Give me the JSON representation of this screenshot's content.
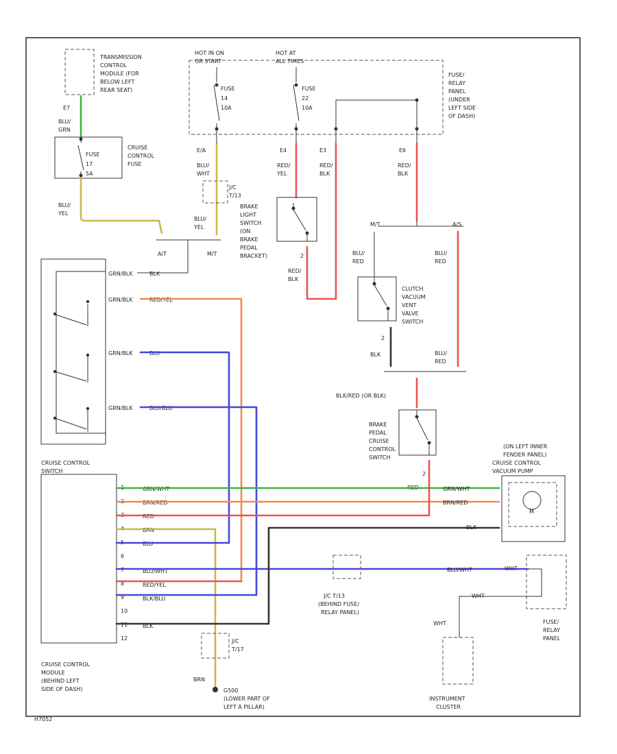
{
  "labels": {
    "tcm": [
      "TRANSMISSION",
      "CONTROL",
      "MODULE (FOR",
      "BELOW LEFT",
      "REAR SEAT)"
    ],
    "hot_on": [
      "HOT IN ON",
      "OR START"
    ],
    "hot_at": [
      "HOT AT",
      "ALL TIMES"
    ],
    "fuse_panel": [
      "FUSE/",
      "RELAY",
      "PANEL",
      "(UNDER",
      "LEFT SIDE",
      "OF DASH)"
    ],
    "fuse14": [
      "FUSE",
      "14",
      "10A"
    ],
    "fuse22": [
      "FUSE",
      "22",
      "10A"
    ],
    "cc_fuse": [
      "CRUISE",
      "CONTROL",
      "FUSE"
    ],
    "cc_fuse_in": [
      "FUSE",
      "17",
      "5A"
    ],
    "pin_e7": "E7",
    "blu_grn": [
      "BLU/",
      "GRN"
    ],
    "blu_yel_l": [
      "BLU/",
      "YEL"
    ],
    "e_a": "E/A",
    "e4": "E4",
    "e3": "E3",
    "e6": "E6",
    "blu_wht": [
      "BLU/",
      "WHT"
    ],
    "red_yel": [
      "RED/",
      "YEL"
    ],
    "red_blk_1": [
      "RED/",
      "BLK"
    ],
    "red_blk_2": [
      "RED/",
      "BLK"
    ],
    "jc": [
      "J/C",
      "T/13"
    ],
    "blu_yel_m": [
      "BLU/",
      "YEL"
    ],
    "at": "A/T",
    "mt": "M/T",
    "brake_light_sw": [
      "BRAKE",
      "LIGHT",
      "SWITCH",
      "(ON",
      "BRAKE",
      "PEDAL",
      "BRACKET)"
    ],
    "pin2_bl": "2",
    "red_blk_3": [
      "RED/",
      "BLK"
    ],
    "mt_r": "M/T",
    "as": "A/S",
    "blu_red_1": [
      "BLU/",
      "RED"
    ],
    "blu_red_2": [
      "BLU/",
      "RED"
    ],
    "clutch_sw": [
      "CLUTCH",
      "VACUUM",
      "VENT",
      "VALVE",
      "SWITCH"
    ],
    "pin2_cl": "2",
    "blk_cl": "BLK",
    "blu_red_3": [
      "BLU/",
      "RED"
    ],
    "blk_red": "BLK/RED (OR BLK)",
    "brake_pedal_sw": [
      "BRAKE",
      "PEDAL",
      "CRUISE",
      "CONTROL",
      "SWITCH"
    ],
    "pin2_bp": "2",
    "red_r": "RED",
    "switch_wires": [
      "BLK",
      "RED/YEL",
      "BLU",
      "BLU/BLU"
    ],
    "switch_pins": [
      "GRN/BLK",
      "GRN/BLK",
      "GRN/BLK",
      "GRN/BLK"
    ],
    "cc_switch": [
      "CRUISE CONTROL",
      "SWITCH"
    ],
    "module_pins": [
      "1",
      "2",
      "3",
      "4",
      "5",
      "6",
      "7",
      "8",
      "9",
      "10",
      "11",
      "12"
    ],
    "module_wires": [
      "GRN/WHT",
      "BRN/RED",
      "RED",
      "BRN",
      "BLU",
      "",
      "BLU/WHT",
      "RED/YEL",
      "BLK/BLU",
      "",
      "BLK",
      ""
    ],
    "cc_module": [
      "CRUISE CONTROL",
      "MODULE",
      "(BEHIND LEFT",
      "SIDE OF DASH)"
    ],
    "vac_pump_loc": [
      "(ON LEFT INNER",
      "FENDER PANEL)",
      "CRUISE CONTROL",
      "VACUUM PUMP"
    ],
    "r_grn_wht": "GRN/WHT",
    "r_brn_red": "BRN/RED",
    "r_blu_wht_1": "BLU/WHT",
    "m_label": "M",
    "jc2": [
      "J/C T/13",
      "(BEHIND FUSE/",
      "RELAY PANEL)"
    ],
    "blu_wht_r": "BLU/WHT",
    "wht_r": "WHT",
    "wht_c": "WHT",
    "fuse_panel2": [
      "FUSE/",
      "RELAY",
      "PANEL"
    ],
    "jc3": [
      "J/C",
      "T/17"
    ],
    "brn": "BRN",
    "gnd": [
      "G500",
      "(LOWER PART OF",
      "LEFT A PILLAR)"
    ],
    "inst": [
      "INSTRUMENT",
      "CLUSTER"
    ],
    "code": "H7052"
  },
  "colors": {
    "green": "#3cb43c",
    "yellow": "#c8b84a",
    "red": "#f05050",
    "orange": "#f08a50",
    "blue": "#4646dc",
    "black": "#333333"
  }
}
